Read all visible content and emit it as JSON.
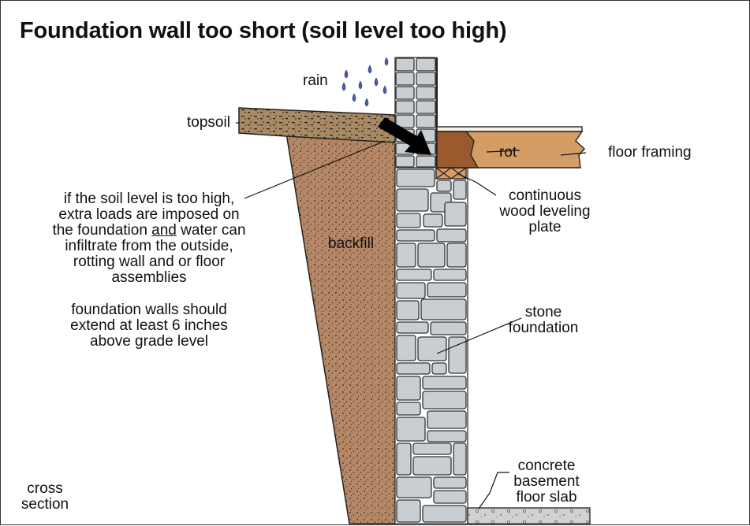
{
  "title": "Foundation wall too short (soil level too high)",
  "labels": {
    "rain": "rain",
    "topsoil": "topsoil",
    "rot": "rot",
    "floor_framing": "floor framing",
    "leveling_plate": [
      "continuous",
      "wood leveling",
      "plate"
    ],
    "backfill": "backfill",
    "stone_foundation": [
      "stone",
      "foundation"
    ],
    "slab": [
      "concrete",
      "basement",
      "floor slab"
    ],
    "cross_section": [
      "cross",
      "section"
    ]
  },
  "note1": {
    "line1": "if the soil level is too high,",
    "line2": "extra loads are imposed on",
    "line3_pre": "the foundation ",
    "line3_underlined": "and",
    "line3_post": " water can",
    "line4": "infiltrate from the outside,",
    "line5": "rotting wall and or floor",
    "line6": "assemblies"
  },
  "note2": [
    "foundation walls should",
    "extend at least 6 inches",
    "above grade level"
  ],
  "colors": {
    "backfill": "#b58766",
    "topsoil": "#a88a65",
    "wood": "#d49d66",
    "rot": "#9b5a2e",
    "stone": "#c9ced3",
    "rain": "#4a5fa8",
    "slab": "#cfd1d2"
  }
}
